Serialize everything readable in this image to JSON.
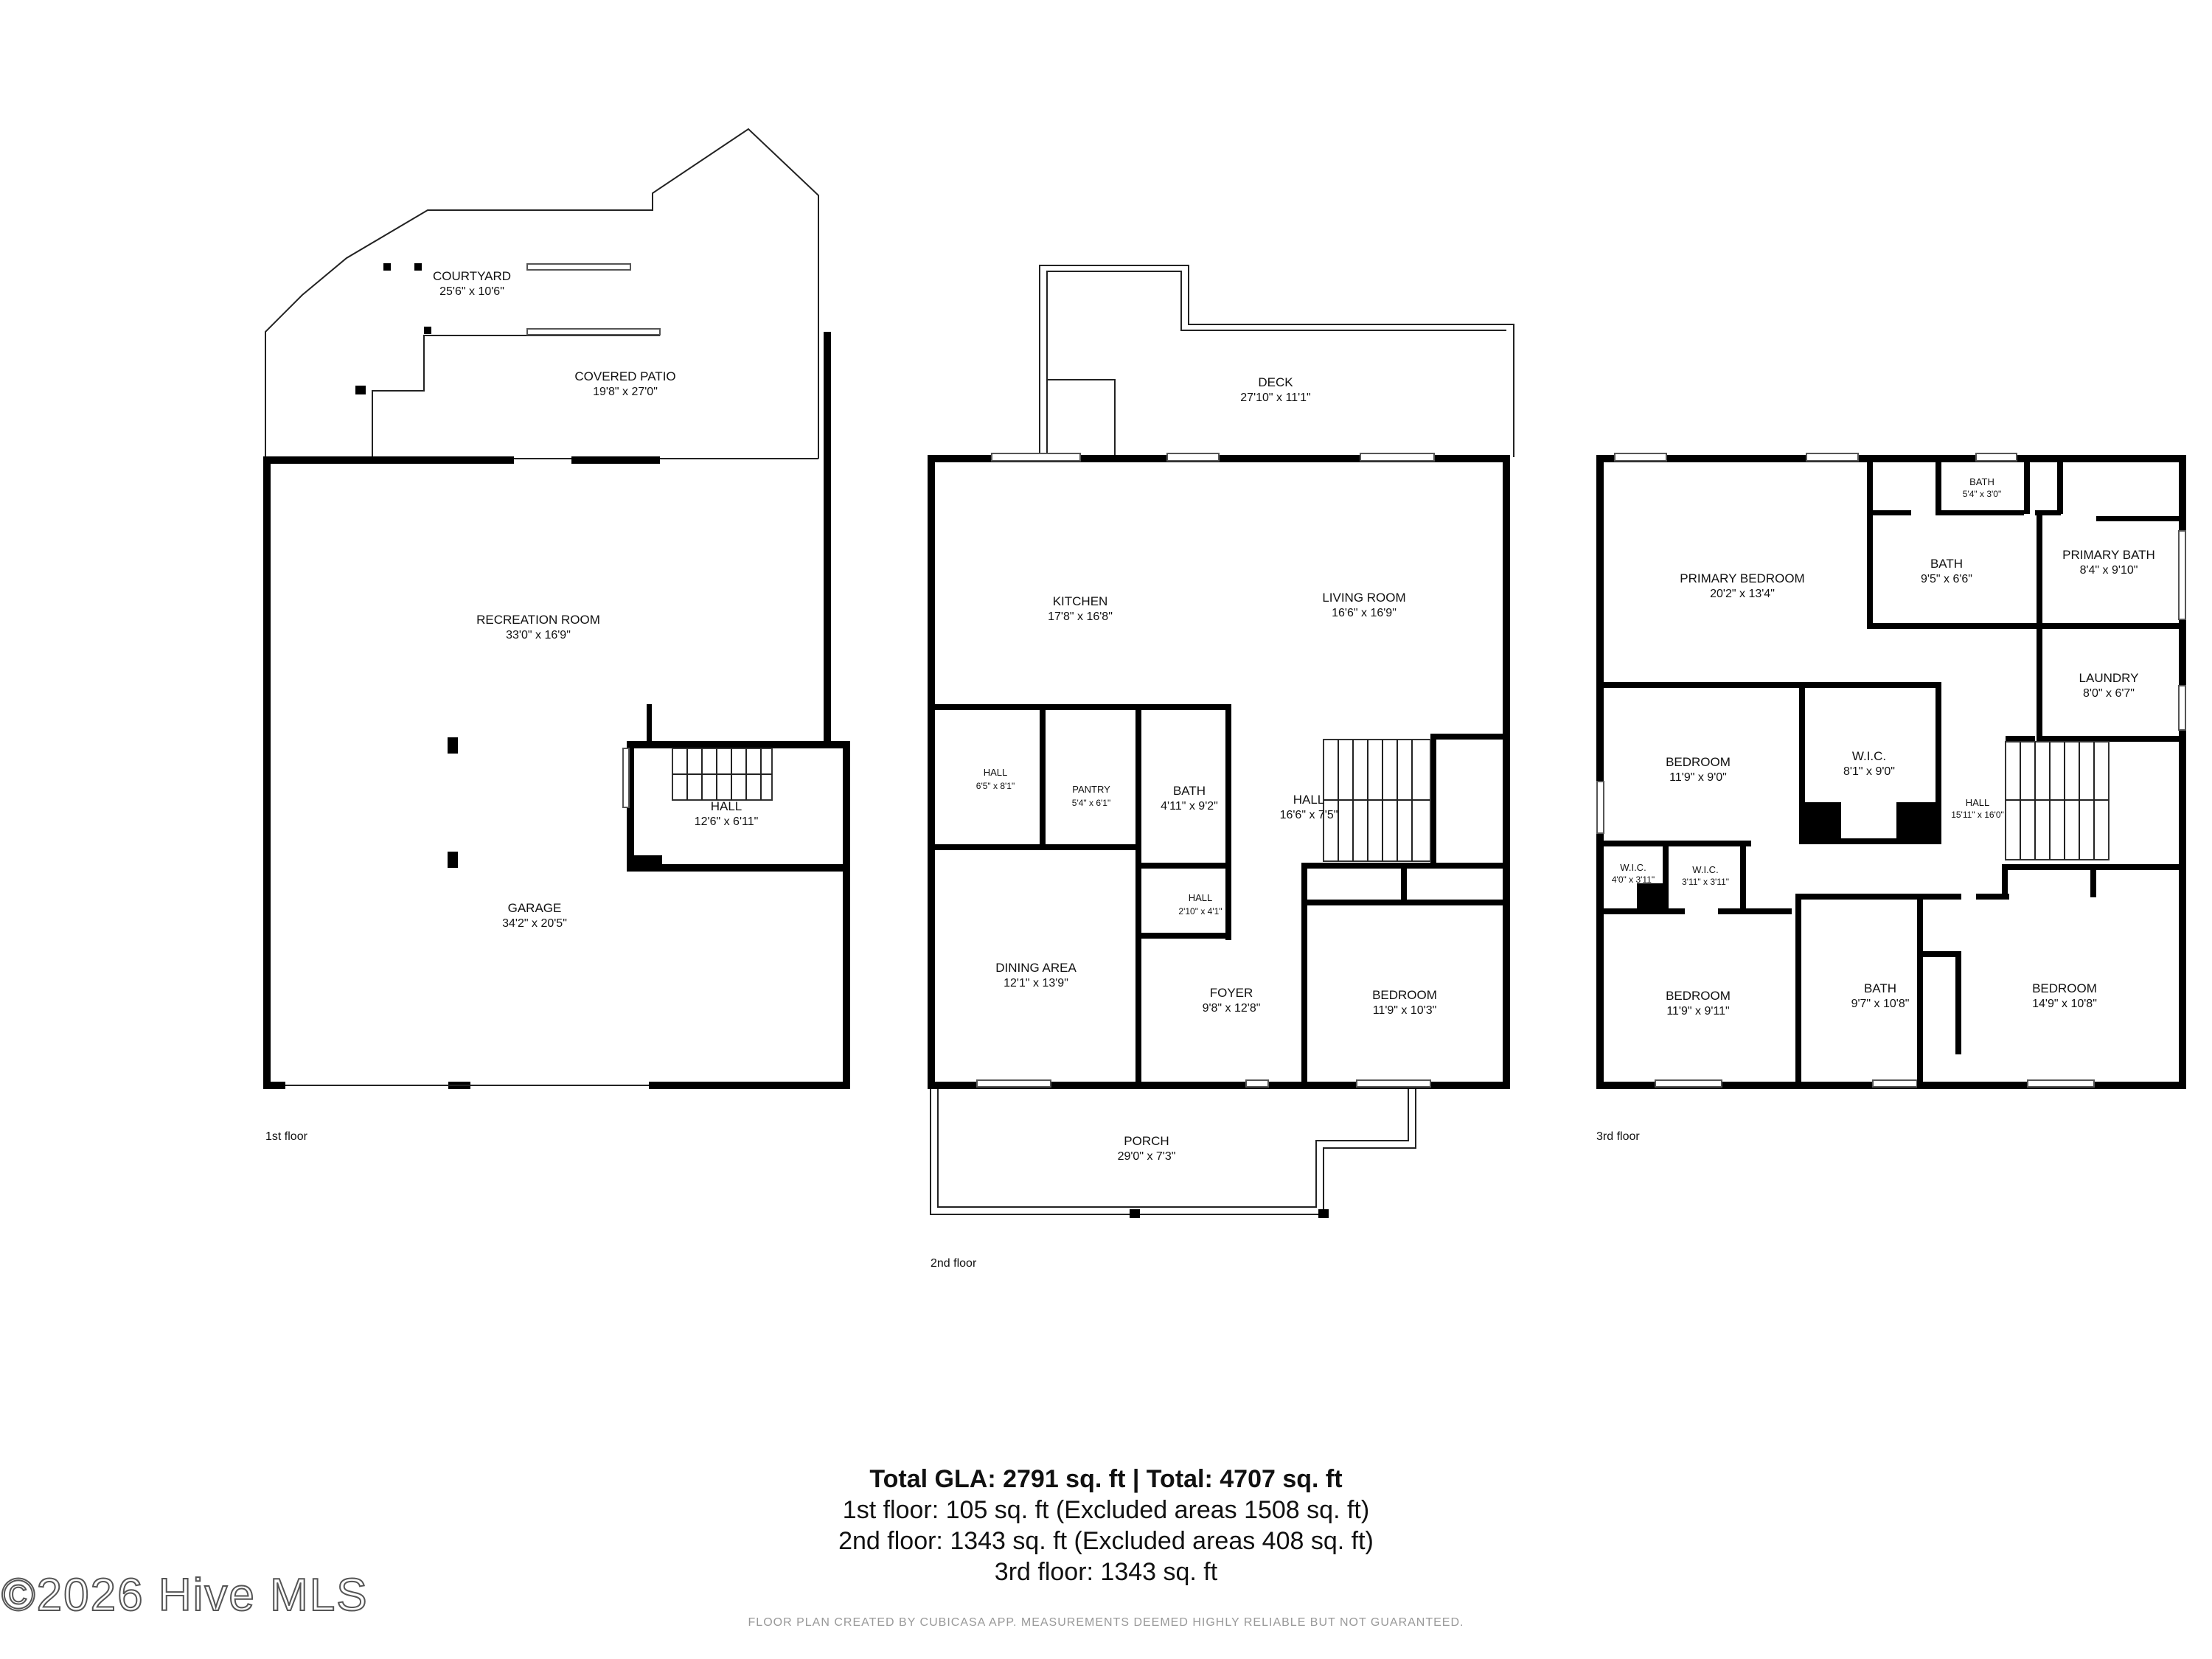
{
  "floors": [
    {
      "label": "1st floor",
      "rooms": [
        {
          "name": "COURTYARD",
          "dims": "25'6\" x 10'6\""
        },
        {
          "name": "COVERED PATIO",
          "dims": "19'8\" x 27'0\""
        },
        {
          "name": "RECREATION ROOM",
          "dims": "33'0\" x 16'9\""
        },
        {
          "name": "HALL",
          "dims": "12'6\" x 6'11\""
        },
        {
          "name": "GARAGE",
          "dims": "34'2\" x 20'5\""
        }
      ]
    },
    {
      "label": "2nd floor",
      "rooms": [
        {
          "name": "DECK",
          "dims": "27'10\" x 11'1\""
        },
        {
          "name": "KITCHEN",
          "dims": "17'8\" x 16'8\""
        },
        {
          "name": "LIVING ROOM",
          "dims": "16'6\" x 16'9\""
        },
        {
          "name": "HALL",
          "dims": "6'5\" x 8'1\""
        },
        {
          "name": "PANTRY",
          "dims": "5'4\" x 6'1\""
        },
        {
          "name": "BATH",
          "dims": "4'11\" x 9'2\""
        },
        {
          "name": "HALL",
          "dims": "16'6\" x 7'5\""
        },
        {
          "name": "HALL",
          "dims": "2'10\" x 4'1\""
        },
        {
          "name": "DINING AREA",
          "dims": "12'1\" x 13'9\""
        },
        {
          "name": "FOYER",
          "dims": "9'8\" x 12'8\""
        },
        {
          "name": "BEDROOM",
          "dims": "11'9\" x 10'3\""
        },
        {
          "name": "PORCH",
          "dims": "29'0\" x 7'3\""
        }
      ]
    },
    {
      "label": "3rd floor",
      "rooms": [
        {
          "name": "PRIMARY BEDROOM",
          "dims": "20'2\" x 13'4\""
        },
        {
          "name": "BATH",
          "dims": "5'4\" x 3'0\""
        },
        {
          "name": "BATH",
          "dims": "9'5\" x 6'6\""
        },
        {
          "name": "PRIMARY BATH",
          "dims": "8'4\" x 9'10\""
        },
        {
          "name": "LAUNDRY",
          "dims": "8'0\" x 6'7\""
        },
        {
          "name": "BEDROOM",
          "dims": "11'9\" x 9'0\""
        },
        {
          "name": "W.I.C.",
          "dims": "8'1\" x 9'0\""
        },
        {
          "name": "HALL",
          "dims": "15'11\" x 16'0\""
        },
        {
          "name": "W.I.C.",
          "dims": "4'0\" x 3'11\""
        },
        {
          "name": "W.I.C.",
          "dims": "3'11\" x 3'11\""
        },
        {
          "name": "BEDROOM",
          "dims": "11'9\" x 9'11\""
        },
        {
          "name": "BATH",
          "dims": "9'7\" x 10'8\""
        },
        {
          "name": "BEDROOM",
          "dims": "14'9\" x 10'8\""
        }
      ]
    }
  ],
  "summary": {
    "total": "Total GLA: 2791 sq. ft | Total: 4707 sq. ft",
    "floor1": "1st floor: 105 sq. ft (Excluded areas 1508 sq. ft)",
    "floor2": "2nd floor: 1343 sq. ft (Excluded areas 408 sq. ft)",
    "floor3": "3rd floor: 1343 sq. ft"
  },
  "watermark": "©2026 Hive MLS",
  "disclaimer": "FLOOR PLAN CREATED BY CUBICASA APP. MEASUREMENTS DEEMED HIGHLY RELIABLE BUT NOT GUARANTEED."
}
